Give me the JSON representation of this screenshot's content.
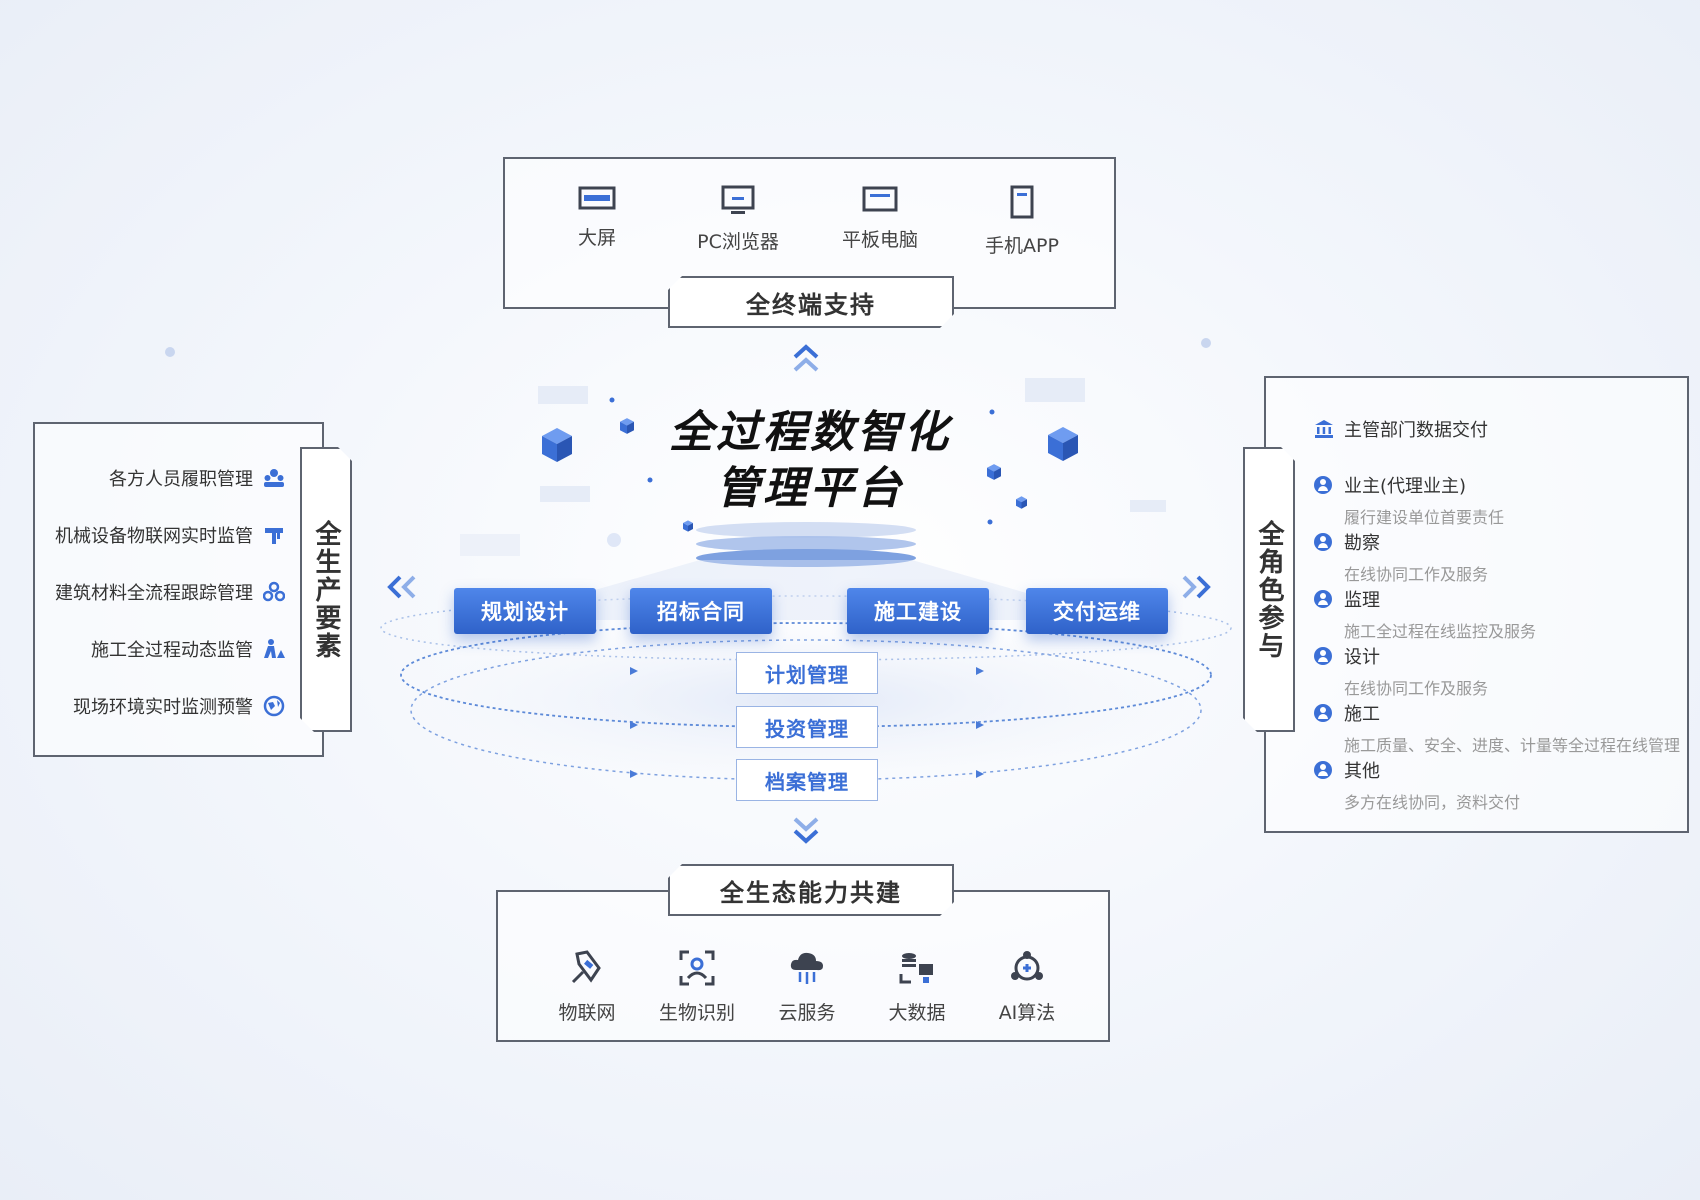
{
  "top_panel": {
    "tag": "全终端支持",
    "items": [
      {
        "label": "大屏",
        "icon": "large-screen-icon"
      },
      {
        "label": "PC浏览器",
        "icon": "monitor-icon"
      },
      {
        "label": "平板电脑",
        "icon": "tablet-icon"
      },
      {
        "label": "手机APP",
        "icon": "phone-icon"
      }
    ]
  },
  "left_panel": {
    "tag": "全生产要素",
    "items": [
      {
        "label": "各方人员履职管理",
        "icon": "people-icon"
      },
      {
        "label": "机械设备物联网实时监管",
        "icon": "machine-icon"
      },
      {
        "label": "建筑材料全流程跟踪管理",
        "icon": "materials-icon"
      },
      {
        "label": "施工全过程动态监管",
        "icon": "worker-icon"
      },
      {
        "label": "现场环境实时监测预警",
        "icon": "globe-icon"
      }
    ]
  },
  "center": {
    "title_line1": "全过程数智化",
    "title_line2": "管理平台",
    "phases": [
      "规划设计",
      "招标合同",
      "施工建设",
      "交付运维"
    ],
    "management": [
      "计划管理",
      "投资管理",
      "档案管理"
    ]
  },
  "right_panel": {
    "tag": "全角色参与",
    "header": {
      "label": "主管部门数据交付",
      "icon": "government-icon"
    },
    "items": [
      {
        "title": "业主(代理业主)",
        "desc": "履行建设单位首要责任"
      },
      {
        "title": "勘察",
        "desc": "在线协同工作及服务"
      },
      {
        "title": "监理",
        "desc": "施工全过程在线监控及服务"
      },
      {
        "title": "设计",
        "desc": "在线协同工作及服务"
      },
      {
        "title": "施工",
        "desc": "施工质量、安全、进度、计量等全过程在线管理"
      },
      {
        "title": "其他",
        "desc": "多方在线协同，资料交付"
      }
    ]
  },
  "bottom_panel": {
    "tag": "全生态能力共建",
    "items": [
      {
        "label": "物联网",
        "icon": "iot-icon"
      },
      {
        "label": "生物识别",
        "icon": "face-id-icon"
      },
      {
        "label": "云服务",
        "icon": "cloud-icon"
      },
      {
        "label": "大数据",
        "icon": "big-data-icon"
      },
      {
        "label": "AI算法",
        "icon": "ai-icon"
      }
    ]
  },
  "colors": {
    "accent": "#3b6fd6",
    "frame": "#5e6470",
    "muted": "#999999"
  }
}
